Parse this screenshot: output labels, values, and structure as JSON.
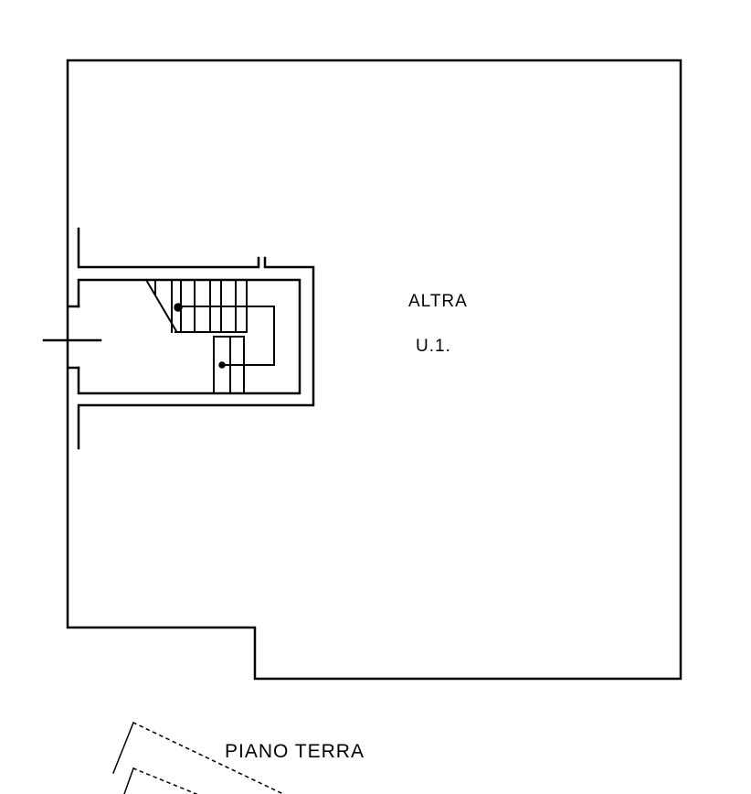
{
  "plan": {
    "unit_label_line1": "ALTRA",
    "unit_label_line2": "U.1.",
    "floor_label": "PIANO TERRA"
  },
  "colors": {
    "line": "#000000",
    "background": "#ffffff"
  }
}
